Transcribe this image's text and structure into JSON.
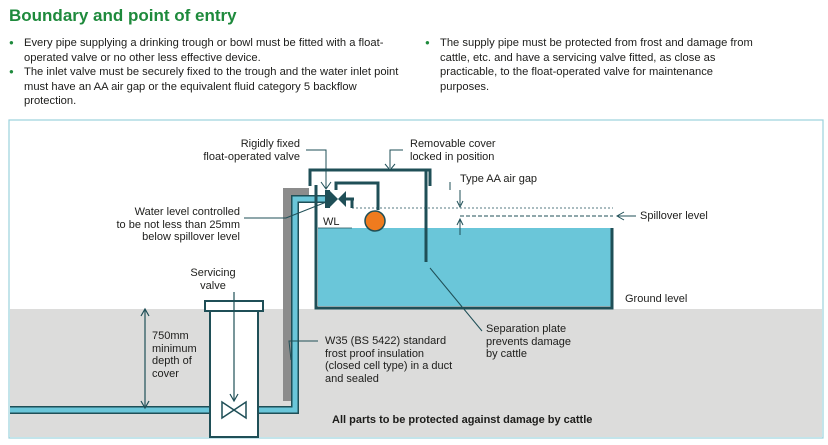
{
  "title": "Boundary and point of entry",
  "bullets_left": [
    "Every pipe supplying a drinking trough or bowl must be fitted with a float-operated valve or no other less effective device.",
    "The inlet valve must be securely fixed to the trough and the water inlet point must have an AA air gap or the equivalent fluid category 5 backflow protection."
  ],
  "bullets_right": [
    "The supply pipe must be protected from frost and damage from cattle, etc. and have a servicing valve fitted, as close as practicable, to the float-operated valve for maintenance purposes."
  ],
  "labels": {
    "float_valve": "Rigidly fixed\nfloat-operated valve",
    "cover": "Removable cover\nlocked in position",
    "air_gap": "Type AA air gap",
    "water_level": "Water level controlled\nto be not less than 25mm\nbelow spillover level",
    "wl": "WL",
    "spillover": "Spillover level",
    "servicing_valve": "Servicing\nvalve",
    "ground": "Ground level",
    "depth": "750mm\nminimum\ndepth of\ncover",
    "separation": "Separation plate\nprevents damage\nby cattle",
    "insulation": "W35 (BS 5422) standard\nfrost proof insulation\n(closed cell type) in a duct\nand sealed",
    "protect": "All parts to be protected against damage by cattle"
  },
  "colors": {
    "accent": "#1e8a3c",
    "water": "#6ac6d9",
    "frame": "#1f4f57",
    "ground": "#dcdcdb",
    "float_ball": "#ef7b1e",
    "border": "#9bd1dc"
  }
}
